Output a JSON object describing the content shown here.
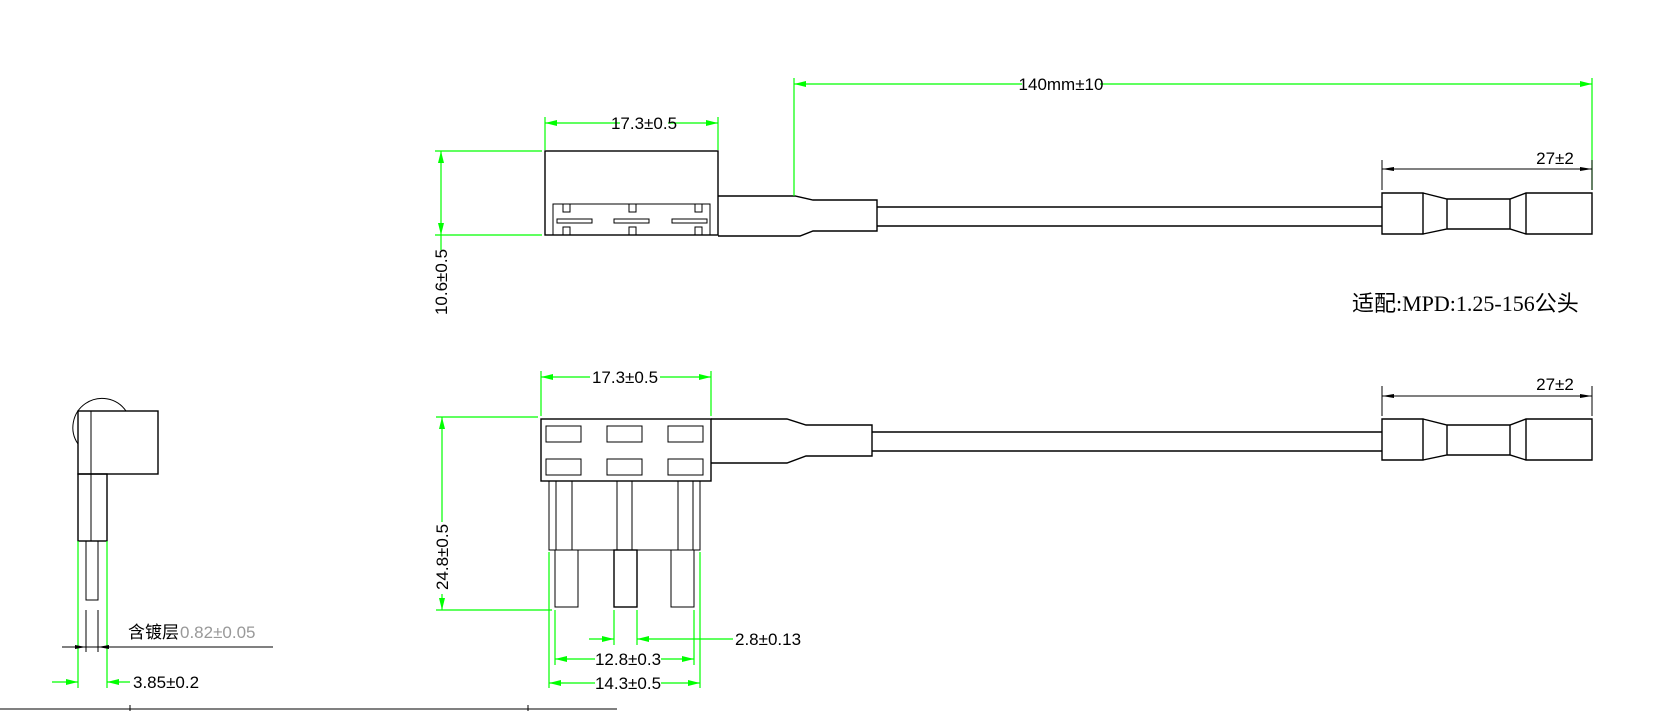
{
  "drawing": {
    "top_view": {
      "housing_width": "17.3±0.5",
      "housing_height": "10.6±0.5",
      "cable_length": "140mm±10",
      "terminal_length": "27±2",
      "terminal_note": "适配:MPD:1.25-156公头"
    },
    "front_view": {
      "housing_width": "17.3±0.5",
      "total_height": "24.8±0.5",
      "blade_width": "2.8±0.13",
      "blade_span_inner": "12.8±0.3",
      "blade_span_outer": "14.3±0.5",
      "terminal_length": "27±2"
    },
    "side_view": {
      "plating_label": "含镀层",
      "plating_thickness": "0.82±0.05",
      "thickness": "3.85±0.2"
    },
    "colors": {
      "dimension": "#00ff00",
      "outline": "#000000"
    }
  }
}
